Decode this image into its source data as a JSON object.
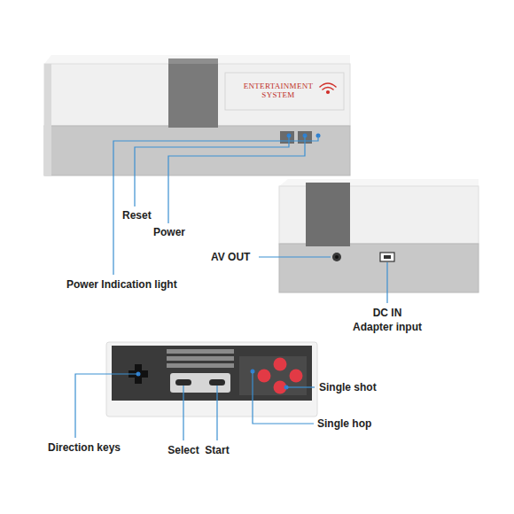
{
  "diagram": {
    "labels": [
      "ENTERTAINMENT SYSTEM",
      "Reset",
      "Power",
      "Power Indication light",
      "AV OUT",
      "DC IN",
      "Adapter input",
      "Direction keys",
      "Select",
      "Start",
      "Single shot",
      "Single hop"
    ]
  }
}
